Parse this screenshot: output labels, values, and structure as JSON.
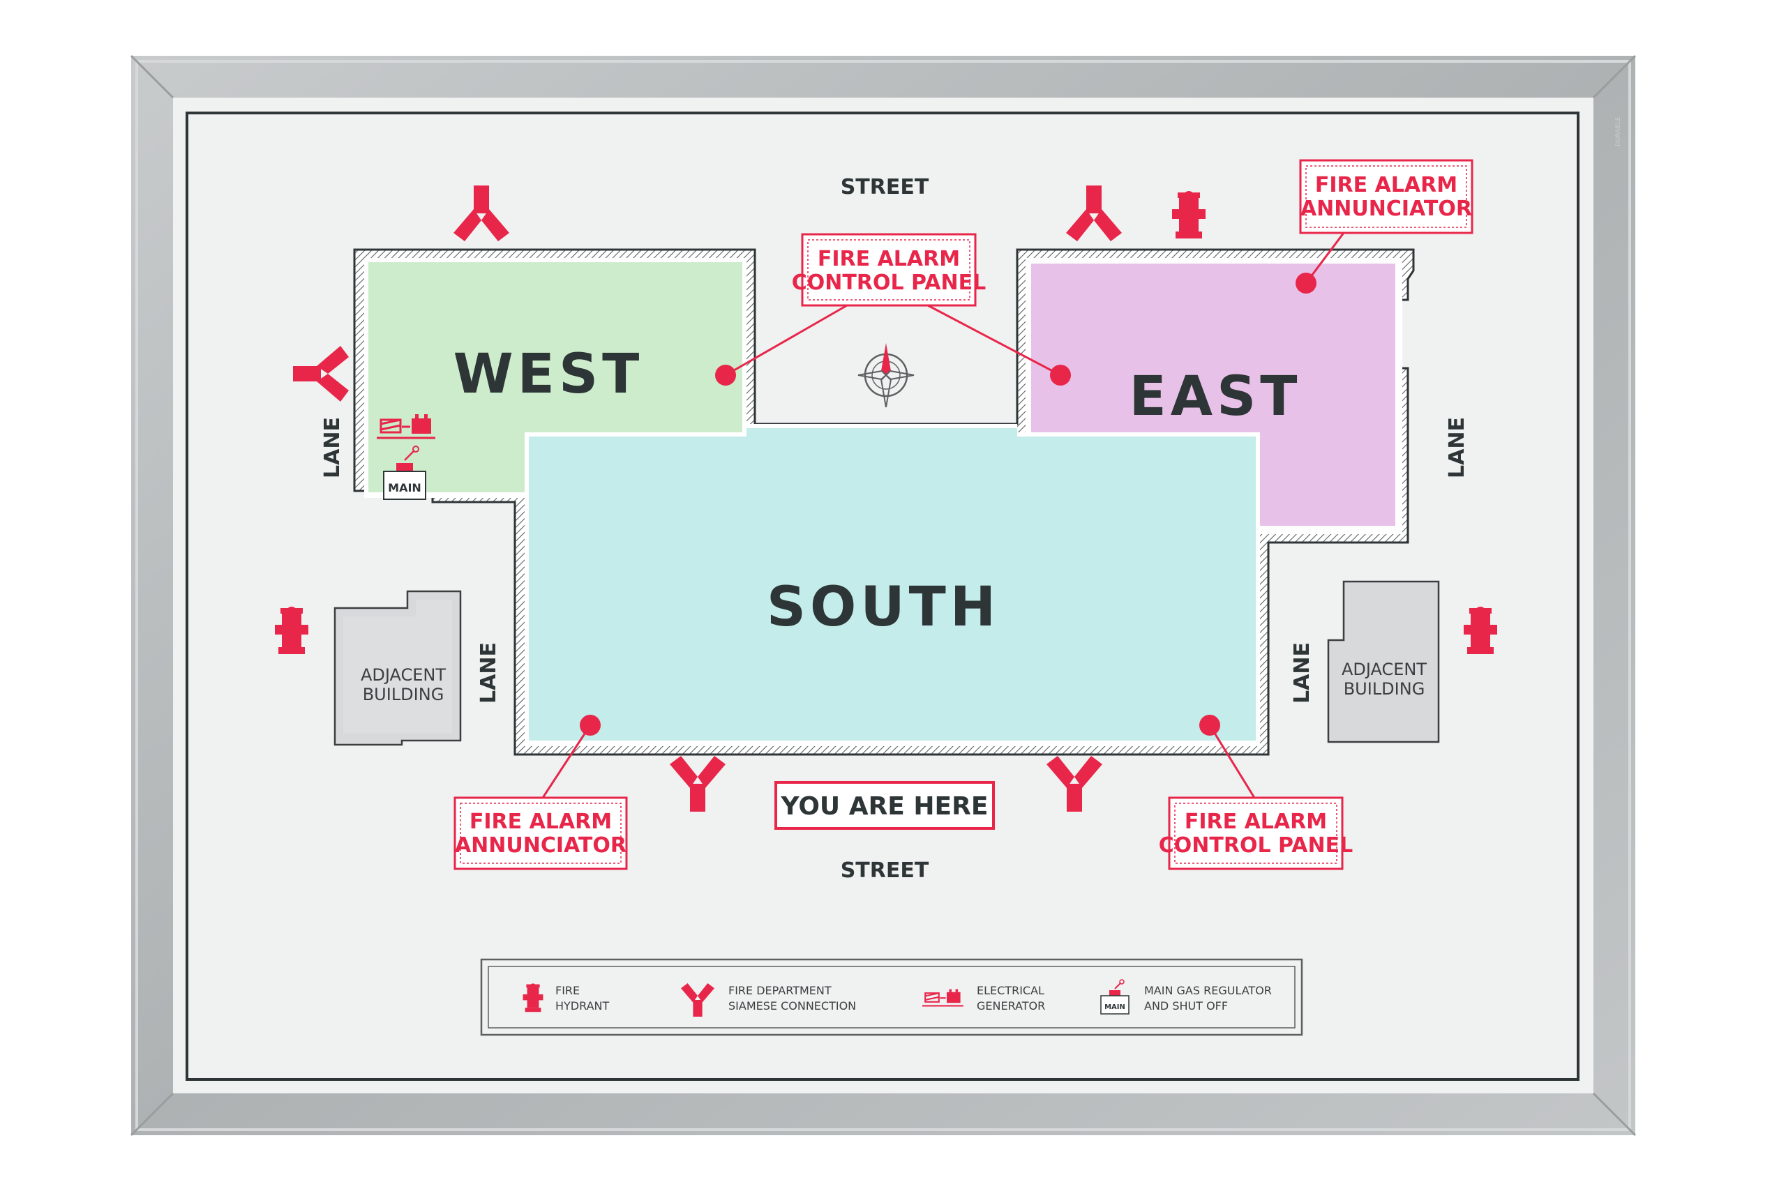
{
  "zones": {
    "west": {
      "label": "WEST",
      "color": "#cdeccc"
    },
    "east": {
      "label": "EAST",
      "color": "#e8c1e8"
    },
    "south": {
      "label": "SOUTH",
      "color": "#c3ecea"
    }
  },
  "roads": {
    "street_top": "STREET",
    "street_bottom": "STREET",
    "lane_far_left": "LANE",
    "lane_left": "LANE",
    "lane_right_inner": "LANE",
    "lane_far_right": "LANE"
  },
  "callouts": {
    "control_panel_top": [
      "FIRE ALARM",
      "CONTROL PANEL"
    ],
    "annunciator_top": [
      "FIRE ALARM",
      "ANNUNCIATOR"
    ],
    "annunciator_bottom": [
      "FIRE ALARM",
      "ANNUNCIATOR"
    ],
    "control_panel_bottom": [
      "FIRE ALARM",
      "CONTROL PANEL"
    ]
  },
  "adjacent": {
    "left": [
      "ADJACENT",
      "BUILDING"
    ],
    "right": [
      "ADJACENT",
      "BUILDING"
    ]
  },
  "you_are_here": "YOU ARE HERE",
  "main_gas_label": "MAIN",
  "legend": {
    "fire_hydrant": [
      "FIRE",
      "HYDRANT"
    ],
    "siamese": [
      "FIRE DEPARTMENT",
      "SIAMESE CONNECTION"
    ],
    "generator": [
      "ELECTRICAL",
      "GENERATOR"
    ],
    "gas": [
      "MAIN GAS REGULATOR",
      "AND SHUT OFF"
    ],
    "gas_icon_label": "MAIN"
  },
  "brand": "DURABLE",
  "colors": {
    "accent": "#e8264a",
    "frame": "#b9bdbe",
    "board": "#f0f1f1",
    "ink": "#2e3536"
  },
  "icons": {
    "hydrant": "fire-hydrant-icon",
    "siamese": "siamese-connection-icon",
    "generator": "electrical-generator-icon",
    "gas": "main-gas-regulator-icon",
    "compass": "compass-icon"
  }
}
